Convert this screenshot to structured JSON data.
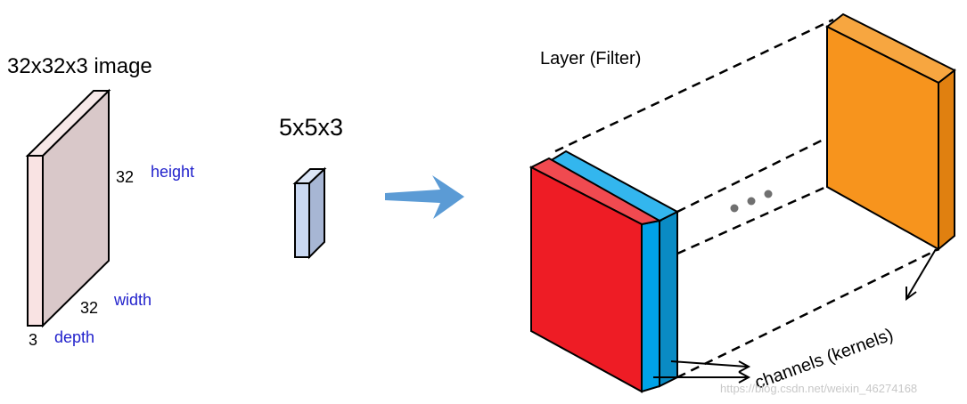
{
  "image_block": {
    "title": "32x32x3 image",
    "height_value": "32",
    "height_label": "height",
    "width_value": "32",
    "width_label": "width",
    "depth_value": "3",
    "depth_label": "depth"
  },
  "filter_block": {
    "title": "5x5x3"
  },
  "layer_block": {
    "title": "Layer (Filter)",
    "channels_label": "channels (kernels)"
  },
  "watermark": "https://blog.csdn.net/weixin_46274168",
  "colors": {
    "image_front": "#f9e3e3",
    "image_side": "#d9c8c9",
    "filter_fill": "#c9d8f2",
    "arrow": "#5b9bd5",
    "red": "#ee1c25",
    "blue": "#00a2e8",
    "orange": "#f7941d",
    "label_blue": "#2222cc"
  }
}
